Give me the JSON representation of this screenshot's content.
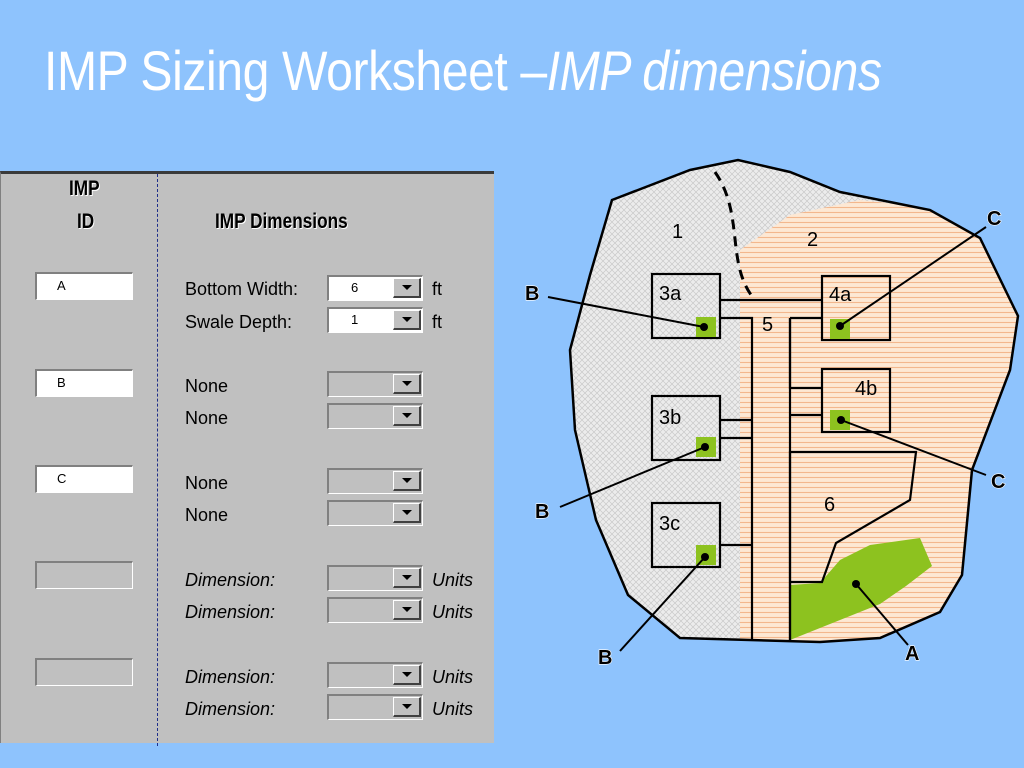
{
  "title": {
    "main": "IMP Sizing Worksheet –",
    "italic": "IMP dimensions"
  },
  "worksheet": {
    "col_id_header_line1": "IMP",
    "col_id_header_line2": "ID",
    "col_dim_header": "IMP Dimensions",
    "rows": [
      {
        "id": "A",
        "dims": [
          {
            "label": "Bottom Width:",
            "value": "6",
            "unit": "ft"
          },
          {
            "label": "Swale Depth:",
            "value": "1",
            "unit": "ft"
          }
        ]
      },
      {
        "id": "B",
        "dims": [
          {
            "label": "None",
            "value": "",
            "unit": ""
          },
          {
            "label": "None",
            "value": "",
            "unit": ""
          }
        ]
      },
      {
        "id": "C",
        "dims": [
          {
            "label": "None",
            "value": "",
            "unit": ""
          },
          {
            "label": "None",
            "value": "",
            "unit": ""
          }
        ]
      },
      {
        "id": "",
        "dims": [
          {
            "label": "Dimension:",
            "value": "",
            "unit": "Units"
          },
          {
            "label": "Dimension:",
            "value": "",
            "unit": "Units"
          }
        ]
      },
      {
        "id": "",
        "dims": [
          {
            "label": "Dimension:",
            "value": "",
            "unit": "Units"
          },
          {
            "label": "Dimension:",
            "value": "",
            "unit": "Units"
          }
        ]
      }
    ]
  },
  "site_map": {
    "areas": {
      "a1": "1",
      "a2": "2",
      "a5": "5",
      "a6": "6"
    },
    "lots": {
      "l3a": "3a",
      "l3b": "3b",
      "l3c": "3c",
      "l4a": "4a",
      "l4b": "4b"
    },
    "callouts": {
      "b1": "B",
      "b2": "B",
      "b3": "B",
      "c1": "C",
      "c2": "C",
      "a": "A"
    },
    "colors": {
      "imp_green": "#8dc21f",
      "background": "#8ec3fd",
      "pervious": "#ececec",
      "impervious": "#fde3cf",
      "hatch": "#f3b78d"
    }
  }
}
